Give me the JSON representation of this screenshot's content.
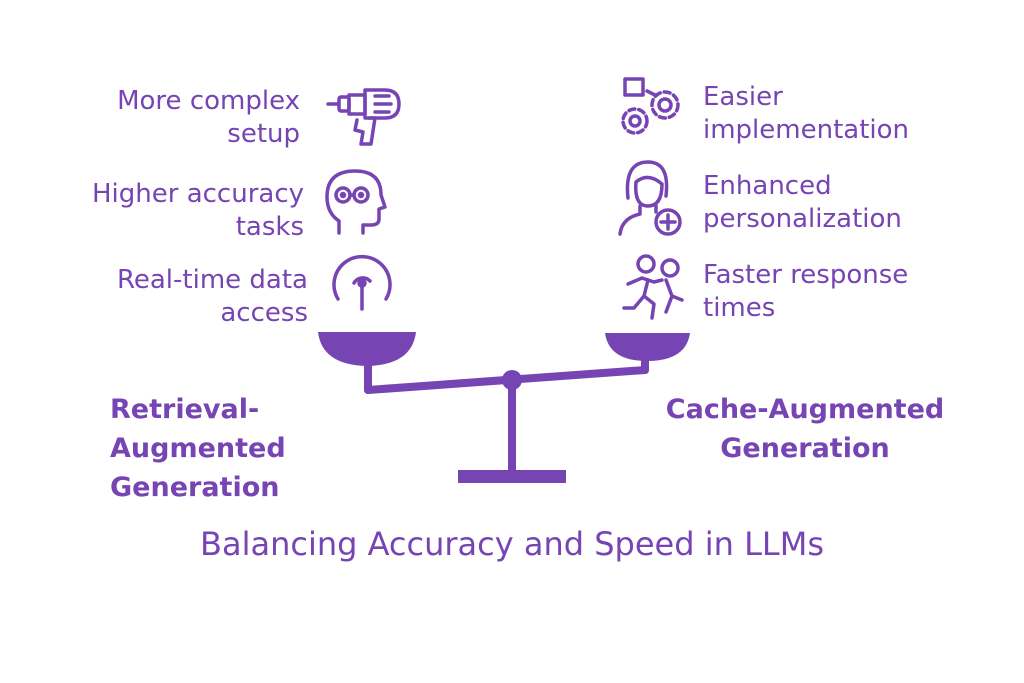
{
  "rag": {
    "title_lines": [
      "Retrieval-",
      "Augmented",
      "Generation"
    ],
    "features": [
      {
        "lines": [
          "More complex",
          "setup"
        ],
        "icon": "drill-icon"
      },
      {
        "lines": [
          "Higher accuracy",
          "tasks"
        ],
        "icon": "head-glasses-icon"
      },
      {
        "lines": [
          "Real-time data",
          "access"
        ],
        "icon": "dial-icon"
      }
    ]
  },
  "cag": {
    "title_lines": [
      "Cache-Augmented",
      "Generation"
    ],
    "features": [
      {
        "lines": [
          "Easier",
          "implementation"
        ],
        "icon": "gears-icon"
      },
      {
        "lines": [
          "Enhanced",
          "personalization"
        ],
        "icon": "person-plus-icon"
      },
      {
        "lines": [
          "Faster response",
          "times"
        ],
        "icon": "running-people-icon"
      }
    ]
  },
  "caption": "Balancing Accuracy and Speed in LLMs",
  "colors": {
    "accent": "#7644b3",
    "background": "#ffffff"
  }
}
